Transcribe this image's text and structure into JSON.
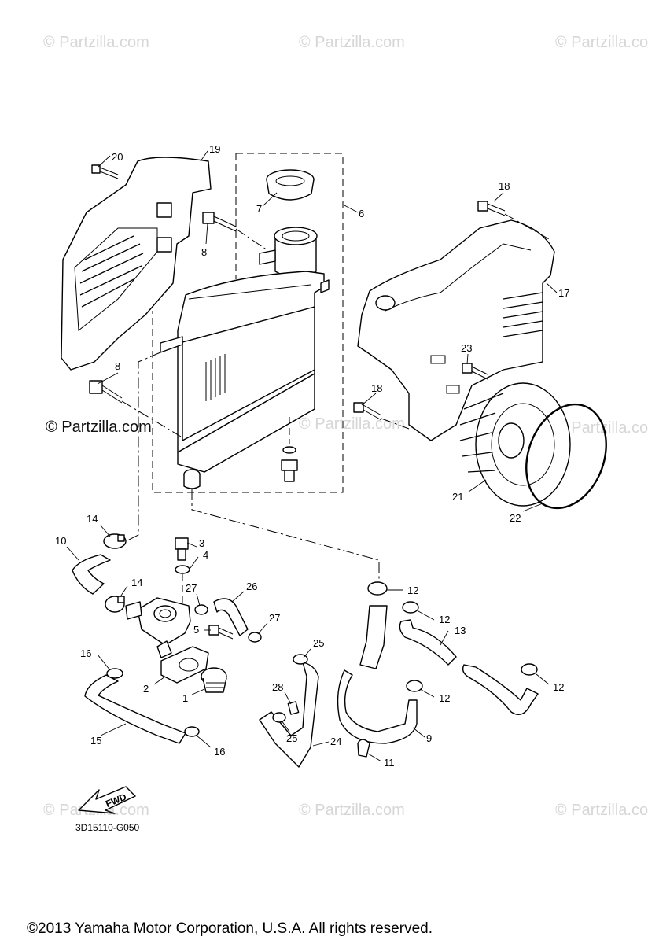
{
  "watermark": "© Partzilla.com",
  "diagram_code": "3D15110-G050",
  "fwd_label": "FWD",
  "copyright": "©2013 Yamaha Motor Corporation, U.S.A. All rights reserved.",
  "callouts": {
    "c1": "1",
    "c2": "2",
    "c3": "3",
    "c4": "4",
    "c5": "5",
    "c6": "6",
    "c7": "7",
    "c8a": "8",
    "c8b": "8",
    "c9": "9",
    "c10": "10",
    "c11": "11",
    "c12a": "12",
    "c12b": "12",
    "c12c": "12",
    "c12d": "12",
    "c13": "13",
    "c14a": "14",
    "c14b": "14",
    "c15": "15",
    "c16a": "16",
    "c16b": "16",
    "c17": "17",
    "c18a": "18",
    "c18b": "18",
    "c19": "19",
    "c20": "20",
    "c21": "21",
    "c22": "22",
    "c23": "23",
    "c24": "24",
    "c25a": "25",
    "c25b": "25",
    "c26": "26",
    "c27a": "27",
    "c27b": "27",
    "c28": "28"
  }
}
